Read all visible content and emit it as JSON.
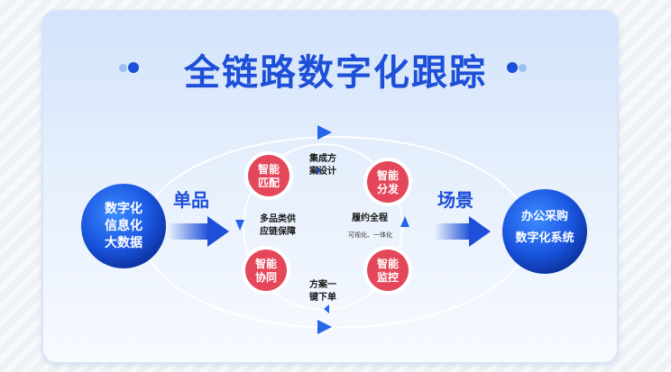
{
  "title": "全链路数字化跟踪",
  "left_side_label": "单品",
  "right_side_label": "场景",
  "left_circle": {
    "line1": "数字化",
    "line2": "信息化",
    "line3": "大数据"
  },
  "right_circle": {
    "line1": "办公采购",
    "line2": "数字化系统"
  },
  "nodes": [
    {
      "text": "智能\n匹配"
    },
    {
      "text": "智能\n分发"
    },
    {
      "text": "智能\n协同"
    },
    {
      "text": "智能\n监控"
    }
  ],
  "ring_labels": {
    "top": "集成方\n案设计",
    "left": "多品类供\n应链保障",
    "right": "履约全程",
    "right_sub": "可视化、一体化",
    "bottom": "方案一\n键下单"
  },
  "colors": {
    "accent": "#1d4fd8",
    "node_red": "#e4475a",
    "node_ring": "#ffffff"
  }
}
